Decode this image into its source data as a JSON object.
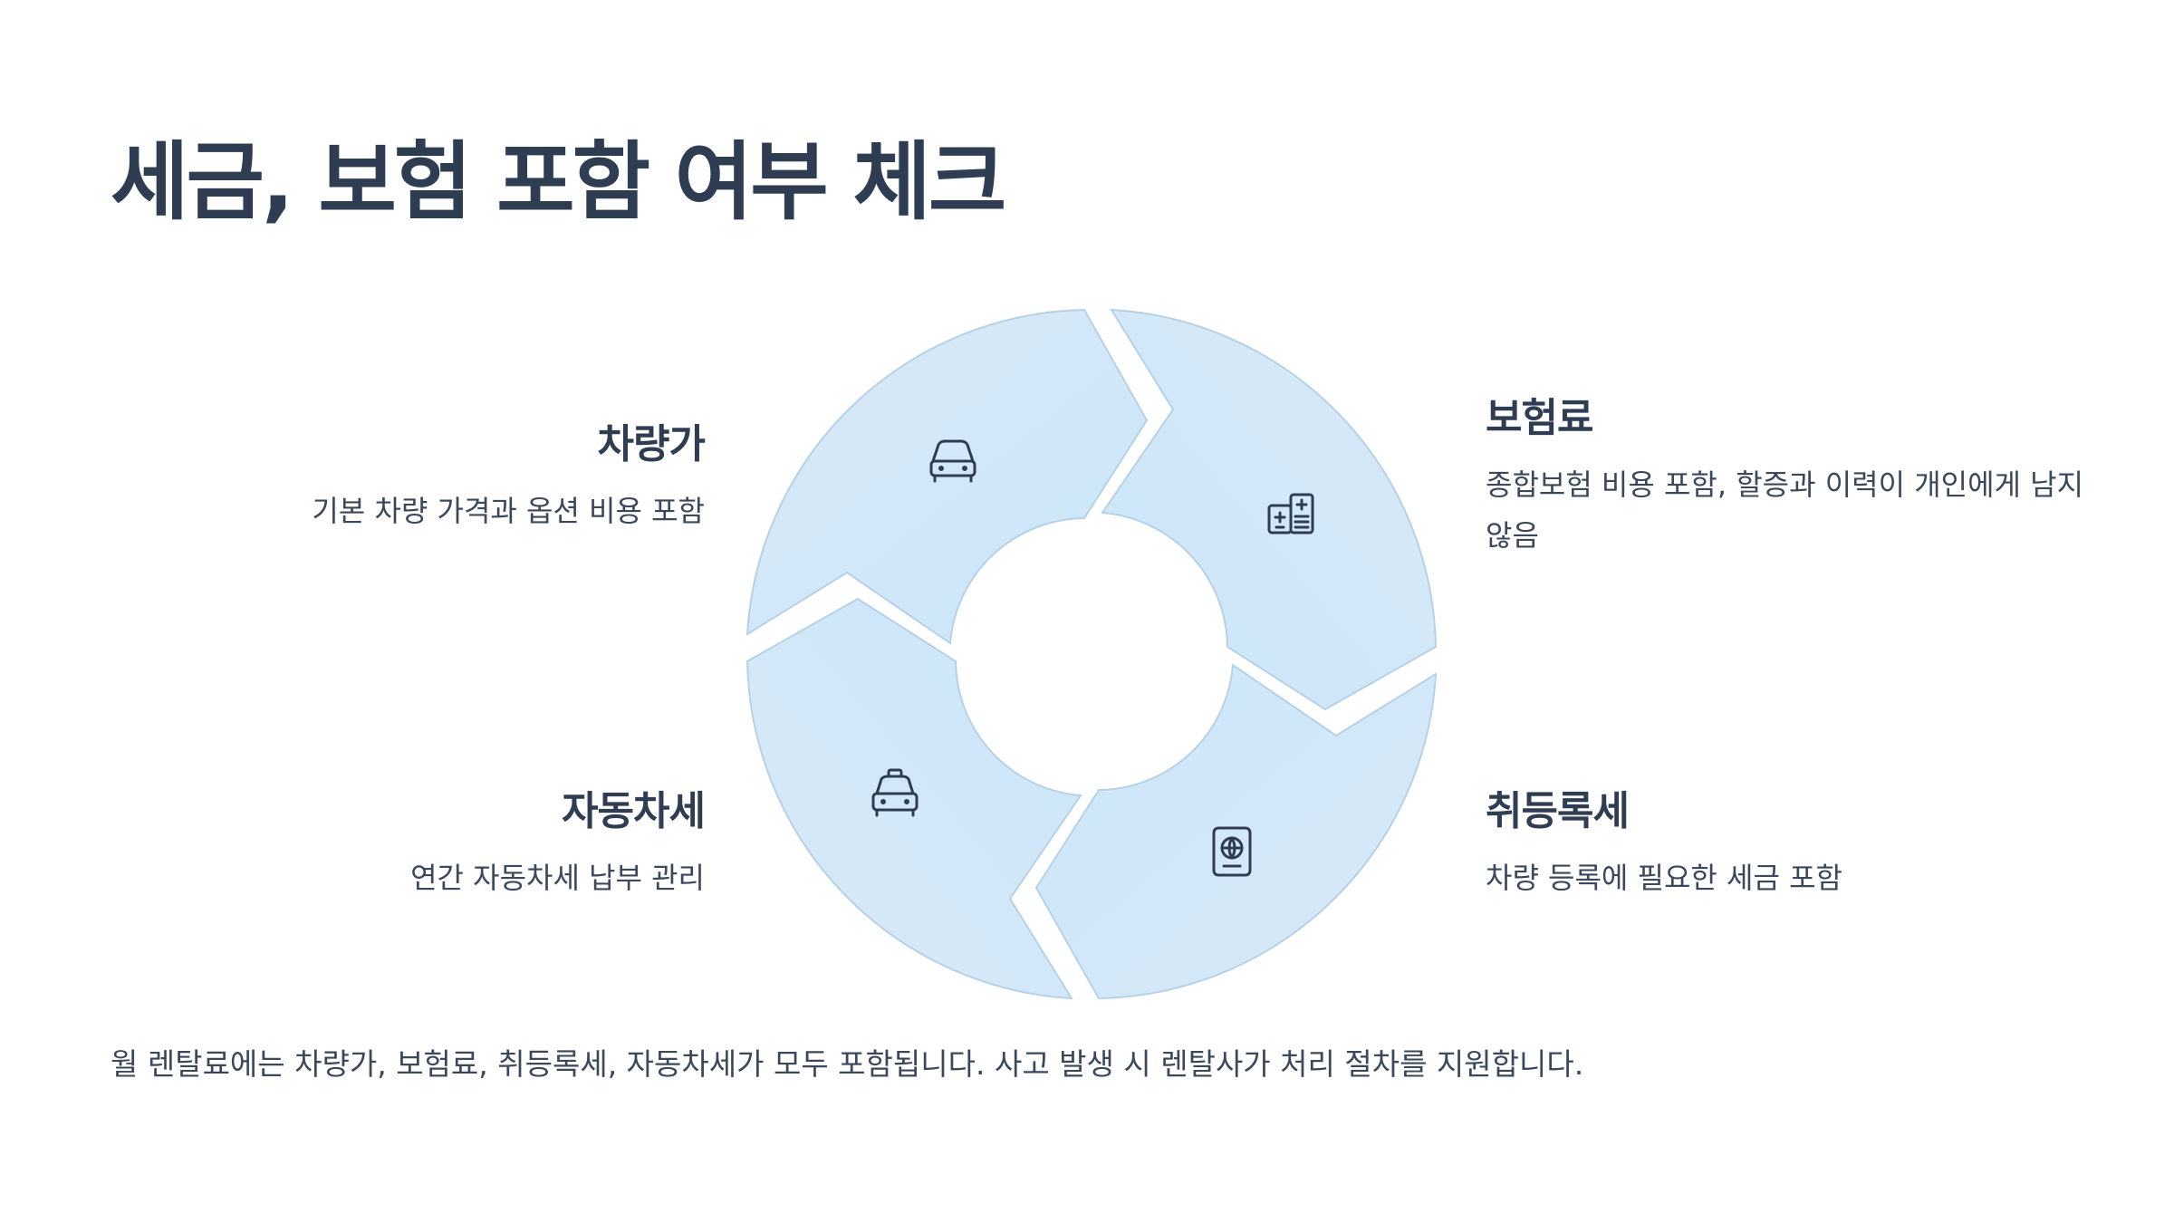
{
  "title": "세금, 보험 포함 여부 체크",
  "items": [
    {
      "heading": "차량가",
      "description": "기본 차량 가격과 옵션 비용 포함",
      "icon": "car-icon"
    },
    {
      "heading": "보험료",
      "description": "종합보험 비용 포함, 할증과 이력이 개인에게 남지 않음",
      "icon": "insurance-card-icon"
    },
    {
      "heading": "취등록세",
      "description": "차량 등록에 필요한 세금 포함",
      "icon": "passport-icon"
    },
    {
      "heading": "자동차세",
      "description": "연간 자동차세 납부 관리",
      "icon": "taxi-icon"
    }
  ],
  "footer": "월 렌탈료에는 차량가, 보험료, 취등록세, 자동차세가 모두 포함됩니다. 사고 발생 시 렌탈사가 처리 절차를 지원합니다.",
  "colors": {
    "segment_fill": "#d2e9f8",
    "segment_stroke": "#b6d1e6",
    "text": "#2f3d52"
  }
}
